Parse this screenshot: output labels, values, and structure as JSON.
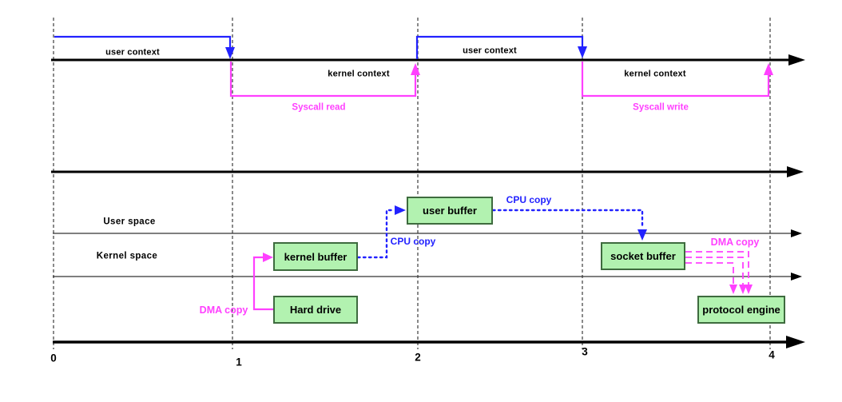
{
  "labels": {
    "user_context_1": "user context",
    "kernel_context_1": "kernel context",
    "user_context_2": "user context",
    "kernel_context_2": "kernel context",
    "syscall_read": "Syscall read",
    "syscall_write": "Syscall write",
    "user_space": "User space",
    "kernel_space": "Kernel space",
    "dma_copy_read": "DMA copy",
    "cpu_copy_read": "CPU copy",
    "cpu_copy_write": "CPU copy",
    "dma_copy_write": "DMA copy"
  },
  "boxes": {
    "kernel_buffer": "kernel buffer",
    "user_buffer": "user buffer",
    "hard_drive": "Hard drive",
    "socket_buffer": "socket buffer",
    "protocol_engine": "protocol engine"
  },
  "axis": {
    "ticks": [
      "0",
      "1",
      "2",
      "3",
      "4"
    ]
  },
  "colors": {
    "user_context_line": "#2222ff",
    "kernel_context_line": "#ff40ff",
    "cpu_copy": "#2222ff",
    "dma_copy": "#ff40ff",
    "box_fill": "#b2f2b0",
    "box_border": "#3e6b3e",
    "timeline": "#000000",
    "gridline": "#4a4a4a"
  }
}
